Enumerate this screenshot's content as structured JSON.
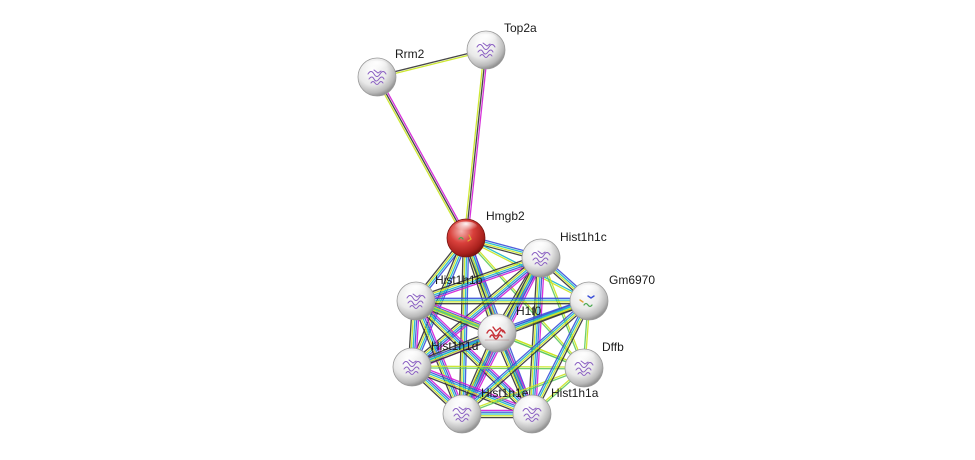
{
  "network": {
    "colors": {
      "query_node": "#d9403b",
      "neighbor_node": "#e6e6e6",
      "structure_purple": "#8a5fc2",
      "structure_red": "#c8333a",
      "structure_green": "#4aa84f",
      "edge_magenta": "#d21cd6",
      "edge_yellow": "#c9e61e",
      "edge_black": "#333333",
      "edge_blue": "#3a4fd8",
      "edge_cyan": "#19b7c7",
      "edge_green": "#5ec95e",
      "edge_lavender": "#a987d8"
    },
    "nodes": [
      {
        "id": "top2a",
        "label": "Top2a",
        "kind": "neighbor",
        "structure": "purple"
      },
      {
        "id": "rrm2",
        "label": "Rrm2",
        "kind": "neighbor",
        "structure": "purple"
      },
      {
        "id": "hmgb2",
        "label": "Hmgb2",
        "kind": "query",
        "structure": "green"
      },
      {
        "id": "hist1h1c",
        "label": "Hist1h1c",
        "kind": "neighbor",
        "structure": "purple"
      },
      {
        "id": "gm6970",
        "label": "Gm6970",
        "kind": "neighbor",
        "structure": "mixed"
      },
      {
        "id": "hist1h1b",
        "label": "Hist1h1b",
        "kind": "neighbor",
        "structure": "purple"
      },
      {
        "id": "h1f0",
        "label": "H1f0",
        "kind": "neighbor",
        "structure": "red"
      },
      {
        "id": "dffb",
        "label": "Dffb",
        "kind": "neighbor",
        "structure": "purple"
      },
      {
        "id": "hist1h1d",
        "label": "Hist1h1d",
        "kind": "neighbor",
        "structure": "purple"
      },
      {
        "id": "hist1h1e",
        "label": "Hist1h1e",
        "kind": "neighbor",
        "structure": "purple"
      },
      {
        "id": "hist1h1a",
        "label": "Hist1h1a",
        "kind": "neighbor",
        "structure": "purple"
      }
    ],
    "edges": [
      {
        "source": "rrm2",
        "target": "top2a",
        "types": [
          "edge_black",
          "edge_yellow"
        ]
      },
      {
        "source": "rrm2",
        "target": "hmgb2",
        "types": [
          "edge_magenta",
          "edge_black",
          "edge_yellow"
        ]
      },
      {
        "source": "top2a",
        "target": "hmgb2",
        "types": [
          "edge_magenta",
          "edge_black",
          "edge_yellow"
        ]
      },
      {
        "source": "hmgb2",
        "target": "hist1h1c",
        "types": [
          "edge_blue",
          "edge_cyan",
          "edge_yellow",
          "edge_black"
        ]
      },
      {
        "source": "hmgb2",
        "target": "hist1h1b",
        "types": [
          "edge_blue",
          "edge_cyan",
          "edge_yellow",
          "edge_black"
        ]
      },
      {
        "source": "hmgb2",
        "target": "h1f0",
        "types": [
          "edge_magenta",
          "edge_blue",
          "edge_cyan",
          "edge_yellow",
          "edge_black"
        ]
      },
      {
        "source": "hmgb2",
        "target": "hist1h1d",
        "types": [
          "edge_blue",
          "edge_cyan",
          "edge_yellow",
          "edge_black"
        ]
      },
      {
        "source": "hmgb2",
        "target": "hist1h1e",
        "types": [
          "edge_blue",
          "edge_cyan",
          "edge_yellow",
          "edge_black"
        ]
      },
      {
        "source": "hmgb2",
        "target": "hist1h1a",
        "types": [
          "edge_blue",
          "edge_cyan",
          "edge_yellow",
          "edge_black"
        ]
      },
      {
        "source": "hmgb2",
        "target": "gm6970",
        "types": [
          "edge_cyan",
          "edge_yellow"
        ]
      },
      {
        "source": "hmgb2",
        "target": "dffb",
        "types": [
          "edge_yellow",
          "edge_green"
        ]
      },
      {
        "source": "hist1h1c",
        "target": "hist1h1b",
        "types": [
          "edge_magenta",
          "edge_blue",
          "edge_cyan",
          "edge_yellow",
          "edge_black"
        ]
      },
      {
        "source": "hist1h1c",
        "target": "h1f0",
        "types": [
          "edge_magenta",
          "edge_blue",
          "edge_cyan",
          "edge_yellow",
          "edge_black"
        ]
      },
      {
        "source": "hist1h1c",
        "target": "hist1h1d",
        "types": [
          "edge_magenta",
          "edge_blue",
          "edge_cyan",
          "edge_yellow",
          "edge_black"
        ]
      },
      {
        "source": "hist1h1c",
        "target": "hist1h1e",
        "types": [
          "edge_magenta",
          "edge_blue",
          "edge_cyan",
          "edge_yellow",
          "edge_black"
        ]
      },
      {
        "source": "hist1h1c",
        "target": "hist1h1a",
        "types": [
          "edge_magenta",
          "edge_blue",
          "edge_cyan",
          "edge_yellow",
          "edge_black"
        ]
      },
      {
        "source": "hist1h1c",
        "target": "gm6970",
        "types": [
          "edge_blue",
          "edge_cyan",
          "edge_yellow",
          "edge_black"
        ]
      },
      {
        "source": "hist1h1c",
        "target": "dffb",
        "types": [
          "edge_yellow",
          "edge_green"
        ]
      },
      {
        "source": "hist1h1b",
        "target": "h1f0",
        "types": [
          "edge_magenta",
          "edge_blue",
          "edge_cyan",
          "edge_yellow",
          "edge_black"
        ]
      },
      {
        "source": "hist1h1b",
        "target": "hist1h1d",
        "types": [
          "edge_magenta",
          "edge_blue",
          "edge_cyan",
          "edge_yellow",
          "edge_black"
        ]
      },
      {
        "source": "hist1h1b",
        "target": "hist1h1e",
        "types": [
          "edge_magenta",
          "edge_blue",
          "edge_cyan",
          "edge_yellow",
          "edge_black"
        ]
      },
      {
        "source": "hist1h1b",
        "target": "hist1h1a",
        "types": [
          "edge_magenta",
          "edge_blue",
          "edge_cyan",
          "edge_yellow",
          "edge_black"
        ]
      },
      {
        "source": "hist1h1b",
        "target": "gm6970",
        "types": [
          "edge_blue",
          "edge_cyan",
          "edge_yellow",
          "edge_black"
        ]
      },
      {
        "source": "hist1h1b",
        "target": "dffb",
        "types": [
          "edge_yellow",
          "edge_green"
        ]
      },
      {
        "source": "h1f0",
        "target": "hist1h1d",
        "types": [
          "edge_magenta",
          "edge_blue",
          "edge_cyan",
          "edge_yellow",
          "edge_black"
        ]
      },
      {
        "source": "h1f0",
        "target": "hist1h1e",
        "types": [
          "edge_magenta",
          "edge_blue",
          "edge_cyan",
          "edge_yellow",
          "edge_black"
        ]
      },
      {
        "source": "h1f0",
        "target": "hist1h1a",
        "types": [
          "edge_magenta",
          "edge_blue",
          "edge_cyan",
          "edge_yellow",
          "edge_black"
        ]
      },
      {
        "source": "h1f0",
        "target": "gm6970",
        "types": [
          "edge_blue",
          "edge_cyan",
          "edge_yellow",
          "edge_black"
        ]
      },
      {
        "source": "h1f0",
        "target": "dffb",
        "types": [
          "edge_yellow",
          "edge_green"
        ]
      },
      {
        "source": "hist1h1d",
        "target": "hist1h1e",
        "types": [
          "edge_magenta",
          "edge_blue",
          "edge_cyan",
          "edge_yellow",
          "edge_black"
        ]
      },
      {
        "source": "hist1h1d",
        "target": "hist1h1a",
        "types": [
          "edge_magenta",
          "edge_blue",
          "edge_cyan",
          "edge_yellow",
          "edge_black"
        ]
      },
      {
        "source": "hist1h1d",
        "target": "gm6970",
        "types": [
          "edge_blue",
          "edge_cyan",
          "edge_yellow",
          "edge_black"
        ]
      },
      {
        "source": "hist1h1d",
        "target": "dffb",
        "types": [
          "edge_yellow",
          "edge_green"
        ]
      },
      {
        "source": "hist1h1e",
        "target": "hist1h1a",
        "types": [
          "edge_magenta",
          "edge_blue",
          "edge_cyan",
          "edge_yellow",
          "edge_black"
        ]
      },
      {
        "source": "hist1h1e",
        "target": "gm6970",
        "types": [
          "edge_blue",
          "edge_cyan",
          "edge_yellow",
          "edge_black"
        ]
      },
      {
        "source": "hist1h1e",
        "target": "dffb",
        "types": [
          "edge_yellow",
          "edge_green"
        ]
      },
      {
        "source": "hist1h1a",
        "target": "gm6970",
        "types": [
          "edge_blue",
          "edge_cyan",
          "edge_yellow",
          "edge_black"
        ]
      },
      {
        "source": "hist1h1a",
        "target": "dffb",
        "types": [
          "edge_yellow",
          "edge_green"
        ]
      },
      {
        "source": "gm6970",
        "target": "dffb",
        "types": [
          "edge_yellow",
          "edge_green"
        ]
      }
    ]
  }
}
